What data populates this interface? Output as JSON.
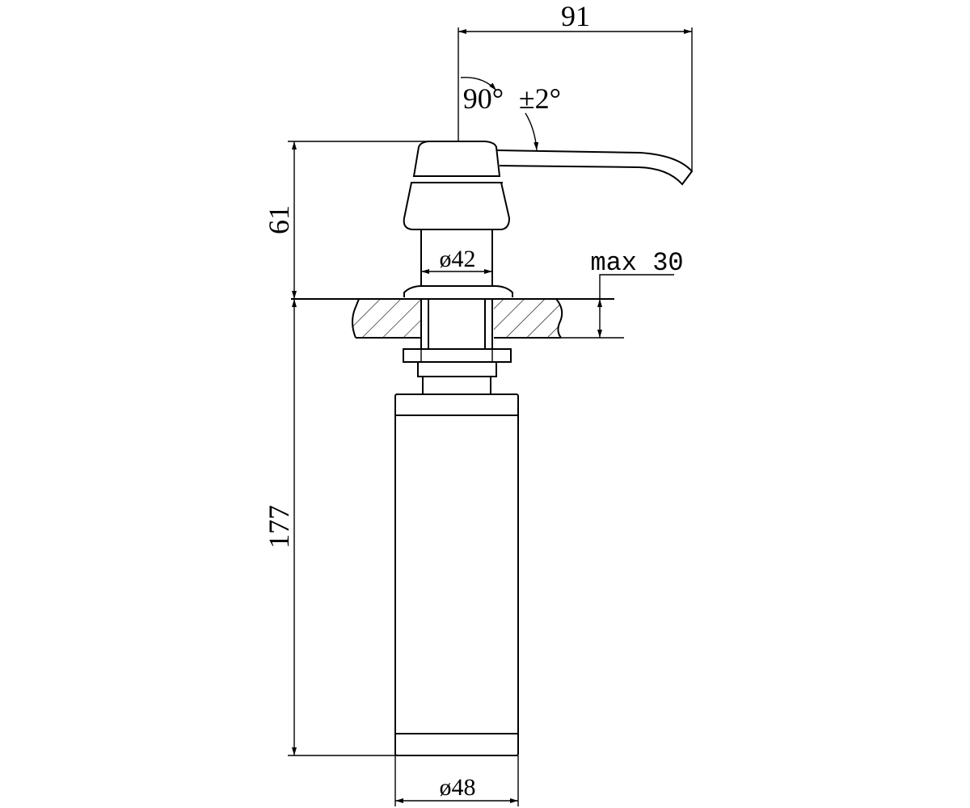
{
  "dimensions": {
    "spout_length": "91",
    "angle_vertical": "90°",
    "angle_tolerance": "±2°",
    "pump_height": "61",
    "neck_diameter": "ø42",
    "max_counter_thickness": "max 30",
    "bottle_height": "177",
    "bottle_diameter": "ø48"
  }
}
